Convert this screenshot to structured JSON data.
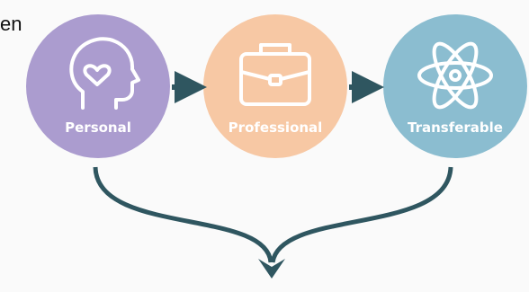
{
  "cropped_text": "en",
  "nodes": [
    {
      "label": "Personal",
      "icon": "head-heart-icon",
      "color": "#ab9ccf"
    },
    {
      "label": "Professional",
      "icon": "briefcase-icon",
      "color": "#f7c8a4"
    },
    {
      "label": "Transferable",
      "icon": "atom-icon",
      "color": "#8bbdd0"
    }
  ],
  "arrow_color": "#2f5660"
}
